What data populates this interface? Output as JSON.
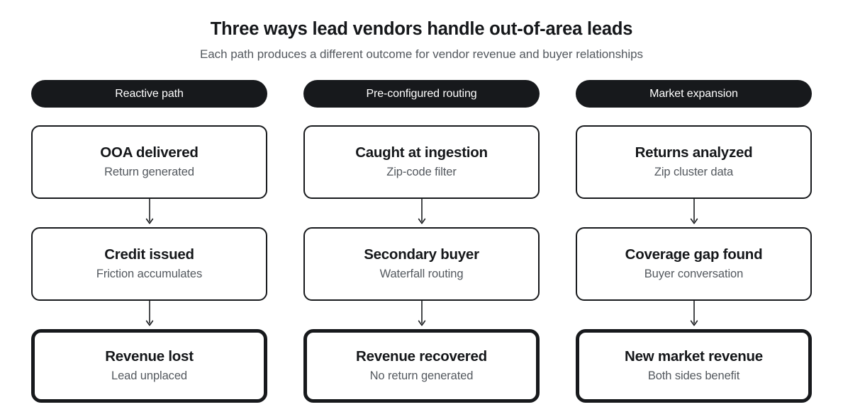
{
  "header": {
    "title": "Three ways lead vendors handle out-of-area leads",
    "subtitle": "Each path produces a different outcome for vendor revenue and buyer relationships"
  },
  "colors": {
    "background": "#ffffff",
    "pill_background": "#17191c",
    "pill_text": "#ffffff",
    "box_border": "#17191c",
    "title_text": "#15171a",
    "muted_text": "#53585e",
    "connector": "#1b1d20"
  },
  "columns": [
    {
      "header": "Reactive path",
      "steps": [
        {
          "title": "OOA delivered",
          "sub": "Return generated",
          "emphasis": false
        },
        {
          "title": "Credit issued",
          "sub": "Friction accumulates",
          "emphasis": false
        },
        {
          "title": "Revenue lost",
          "sub": "Lead unplaced",
          "emphasis": true
        }
      ]
    },
    {
      "header": "Pre-configured routing",
      "steps": [
        {
          "title": "Caught at ingestion",
          "sub": "Zip-code filter",
          "emphasis": false
        },
        {
          "title": "Secondary buyer",
          "sub": "Waterfall routing",
          "emphasis": false
        },
        {
          "title": "Revenue recovered",
          "sub": "No return generated",
          "emphasis": true
        }
      ]
    },
    {
      "header": "Market expansion",
      "steps": [
        {
          "title": "Returns analyzed",
          "sub": "Zip cluster data",
          "emphasis": false
        },
        {
          "title": "Coverage gap found",
          "sub": "Buyer conversation",
          "emphasis": false
        },
        {
          "title": "New market revenue",
          "sub": "Both sides benefit",
          "emphasis": true
        }
      ]
    }
  ]
}
